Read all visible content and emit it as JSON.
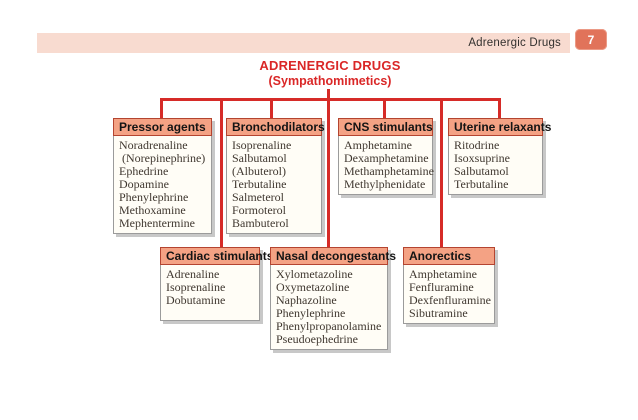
{
  "page_header": {
    "label": "Adrenergic Drugs",
    "page_number": "7"
  },
  "title": {
    "line1": "ADRENERGIC DRUGS",
    "line2": "(Sympathomimetics)"
  },
  "colors": {
    "header_bar_bg": "#f8dbd0",
    "page_badge_bg": "#e1735a",
    "title_red": "#da2727",
    "connector_red": "#d62b28",
    "box_header_bg": "#f4a284",
    "box_header_border": "#b44430",
    "box_body_bg": "#fffdf6",
    "box_body_border": "#9b9b9b",
    "shadow_gray": "#c8c8c8"
  },
  "boxes": [
    {
      "title": "Pressor agents",
      "items": [
        "Noradrenaline",
        " (Norepinephrine)",
        "Ephedrine",
        "Dopamine",
        "Phenylephrine",
        "Methoxamine",
        "Mephentermine"
      ]
    },
    {
      "title": "Bronchodilators",
      "items": [
        "Isoprenaline",
        "Salbutamol",
        "(Albuterol)",
        "Terbutaline",
        "Salmeterol",
        "Formoterol",
        "Bambuterol"
      ]
    },
    {
      "title": "CNS stimulants",
      "items": [
        "Amphetamine",
        "Dexamphetamine",
        "Methamphetamine",
        "Methylphenidate"
      ]
    },
    {
      "title": "Uterine relaxants",
      "items": [
        "Ritodrine",
        "Isoxsuprine",
        "Salbutamol",
        "Terbutaline"
      ]
    },
    {
      "title": "Cardiac stimulants",
      "items": [
        "Adrenaline",
        "Isoprenaline",
        "Dobutamine"
      ]
    },
    {
      "title": "Nasal decongestants",
      "items": [
        "Xylometazoline",
        "Oxymetazoline",
        "Naphazoline",
        "Phenylephrine",
        "Phenylpropanolamine",
        "Pseudoephedrine"
      ]
    },
    {
      "title": "Anorectics",
      "items": [
        "Amphetamine",
        "Fenfluramine",
        "Dexfenfluramine",
        "Sibutramine"
      ]
    }
  ]
}
